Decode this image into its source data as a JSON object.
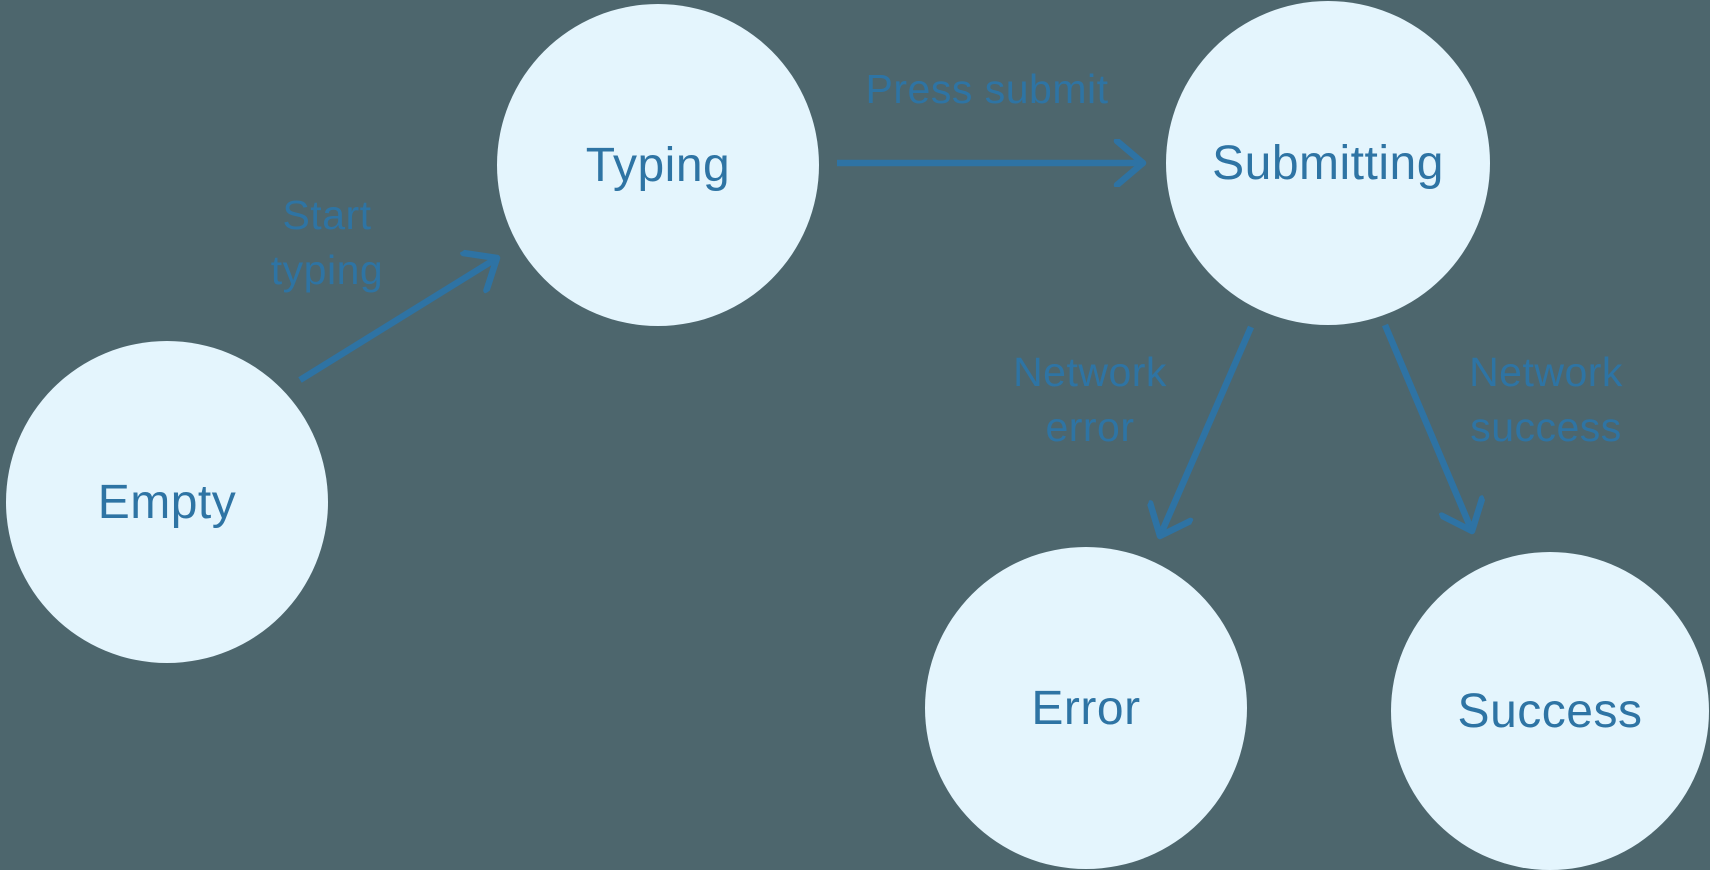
{
  "diagram": {
    "type": "state-machine",
    "states": [
      {
        "id": "empty",
        "label": "Empty"
      },
      {
        "id": "typing",
        "label": "Typing"
      },
      {
        "id": "submitting",
        "label": "Submitting"
      },
      {
        "id": "error",
        "label": "Error"
      },
      {
        "id": "success",
        "label": "Success"
      }
    ],
    "transitions": [
      {
        "from": "empty",
        "to": "typing",
        "label": "Start typing",
        "label_lines": [
          "Start",
          "typing"
        ]
      },
      {
        "from": "typing",
        "to": "submitting",
        "label": "Press submit",
        "label_lines": [
          "Press submit"
        ]
      },
      {
        "from": "submitting",
        "to": "error",
        "label": "Network error",
        "label_lines": [
          "Network",
          "error"
        ]
      },
      {
        "from": "submitting",
        "to": "success",
        "label": "Network success",
        "label_lines": [
          "Network",
          "success"
        ]
      }
    ],
    "colors": {
      "background": "#4D666D",
      "node_fill": "#E4F5FD",
      "node_text": "#2E74A4",
      "edge": "#2E73A4",
      "edge_label_text": "#2E74A4"
    }
  }
}
